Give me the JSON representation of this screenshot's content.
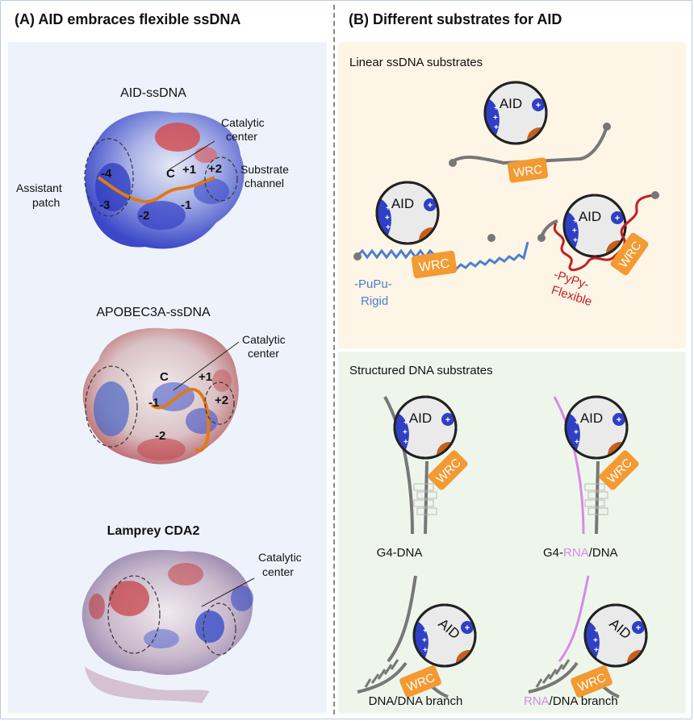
{
  "panel_a": {
    "title": "(A) AID embraces flexible ssDNA",
    "structures": [
      {
        "name": "AID-ssDNA",
        "annotations": [
          "Catalytic",
          "center",
          "Substrate",
          "channel",
          "Assistant",
          "patch"
        ],
        "positions": [
          "C",
          "+1",
          "+2",
          "-4",
          "-3",
          "-2",
          "-1"
        ]
      },
      {
        "name": "APOBEC3A-ssDNA",
        "annotations": [
          "Catalytic",
          "center"
        ],
        "positions": [
          "C",
          "+1",
          "+2",
          "-1",
          "-2"
        ]
      },
      {
        "name": "Lamprey CDA2",
        "annotations": [
          "Catalytic",
          "center"
        ]
      }
    ]
  },
  "panel_b": {
    "title": "(B) Different substrates for AID",
    "linear_title": "Linear ssDNA substrates",
    "structured_title": "Structured DNA substrates",
    "aid_label": "AID",
    "wrc_label": "WRC",
    "pupu_label": "-PuPu-",
    "rigid_label": "Rigid",
    "pypy_label": "-PyPy-",
    "flexible_label": "Flexible",
    "g4_dna_label": "G4-DNA",
    "g4_rna_prefix": "G4-",
    "g4_rna_highlight": "RNA",
    "g4_rna_suffix": "/DNA",
    "dna_branch_label": "DNA/DNA branch",
    "rna_branch_highlight": "RNA",
    "rna_branch_suffix": "/DNA branch"
  },
  "colors": {
    "positive_patch": "#2f3fc6",
    "negative_patch": "#c4601e",
    "wrc_box": "#f39a33",
    "rigid_strand": "#4a7fd0",
    "flexible_strand": "#c21e25",
    "rna_strand": "#d889e8",
    "linear_bg": "#fdf5e6",
    "structured_bg": "#eef6ec",
    "panel_a_bg": "#eef3fb"
  }
}
